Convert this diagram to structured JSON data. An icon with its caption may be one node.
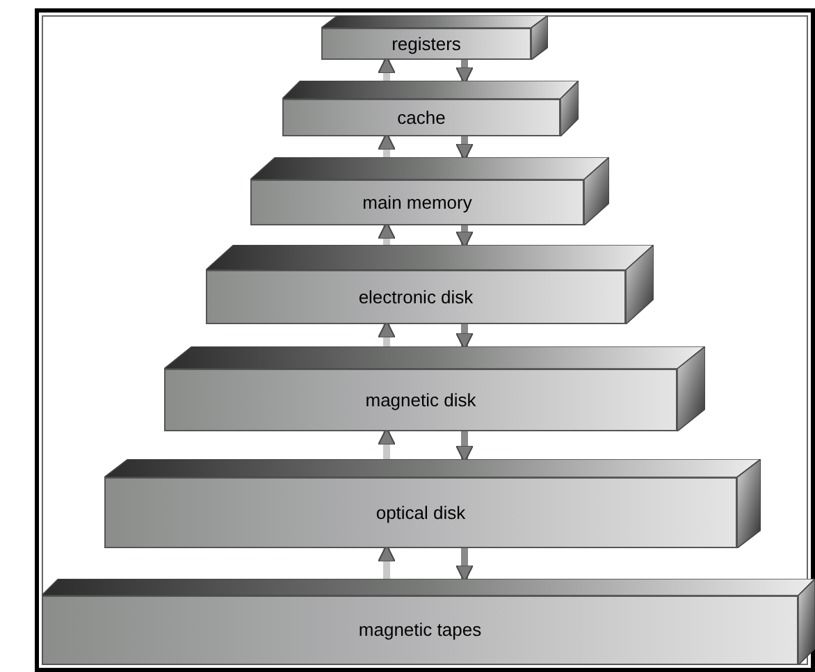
{
  "diagram": {
    "nodes": [
      {
        "text": [
          "registers"
        ]
      },
      {
        "text": [
          "cache"
        ]
      },
      {
        "text": [
          "main memory"
        ]
      },
      {
        "text": [
          "electronic disk"
        ]
      },
      {
        "text": [
          "magnetic disk"
        ]
      },
      {
        "text": [
          "optical disk"
        ]
      },
      {
        "text": [
          "magnetic tapes"
        ]
      }
    ],
    "edges": [
      {
        "from": 1,
        "to": 0,
        "arrow": "to"
      },
      {
        "from": 0,
        "to": 1,
        "arrow": "to"
      },
      {
        "from": 2,
        "to": 1,
        "arrow": "to"
      },
      {
        "from": 1,
        "to": 2,
        "arrow": "to"
      },
      {
        "from": 3,
        "to": 2,
        "arrow": "to"
      },
      {
        "from": 2,
        "to": 3,
        "arrow": "to"
      },
      {
        "from": 4,
        "to": 3,
        "arrow": "to"
      },
      {
        "from": 3,
        "to": 4,
        "arrow": "to"
      },
      {
        "from": 5,
        "to": 4,
        "arrow": "to"
      },
      {
        "from": 4,
        "to": 5,
        "arrow": "to"
      },
      {
        "from": 6,
        "to": 5,
        "arrow": "to"
      },
      {
        "from": 5,
        "to": 6,
        "arrow": "to"
      }
    ]
  }
}
